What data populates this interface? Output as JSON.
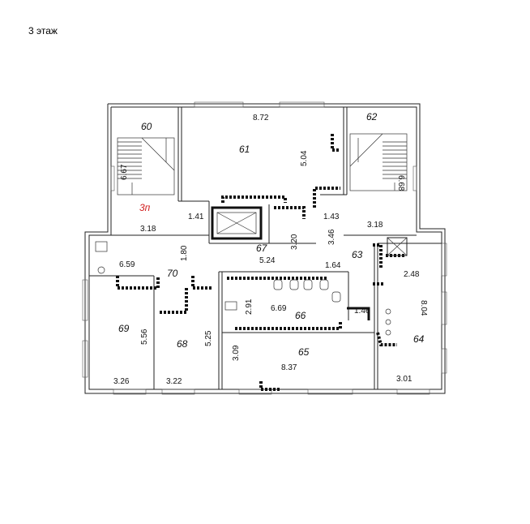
{
  "page": {
    "title": "3 этаж"
  },
  "rooms": [
    {
      "id": "room-60",
      "label": "60",
      "color": "#111111"
    },
    {
      "id": "room-61",
      "label": "61",
      "color": "#111111"
    },
    {
      "id": "room-62",
      "label": "62",
      "color": "#111111"
    },
    {
      "id": "room-3p",
      "label": "3п",
      "color": "#d11a1a"
    },
    {
      "id": "room-63",
      "label": "63",
      "color": "#111111"
    },
    {
      "id": "room-64",
      "label": "64",
      "color": "#111111"
    },
    {
      "id": "room-65",
      "label": "65",
      "color": "#111111"
    },
    {
      "id": "room-66",
      "label": "66",
      "color": "#111111"
    },
    {
      "id": "room-67",
      "label": "67",
      "color": "#111111"
    },
    {
      "id": "room-68",
      "label": "68",
      "color": "#111111"
    },
    {
      "id": "room-69",
      "label": "69",
      "color": "#111111"
    },
    {
      "id": "room-70",
      "label": "70",
      "color": "#111111"
    }
  ],
  "dimensions": [
    "8.72",
    "5.04",
    "6.67",
    "6.68",
    "3.18",
    "3.18",
    "1.41",
    "1.43",
    "3.20",
    "3.46",
    "1.80",
    "6.59",
    "5.24",
    "1.64",
    "2.48",
    "2.91",
    "6.69",
    "1.46",
    "8.04",
    "5.56",
    "5.25",
    "3.09",
    "8.37",
    "3.26",
    "3.22",
    "3.01"
  ]
}
